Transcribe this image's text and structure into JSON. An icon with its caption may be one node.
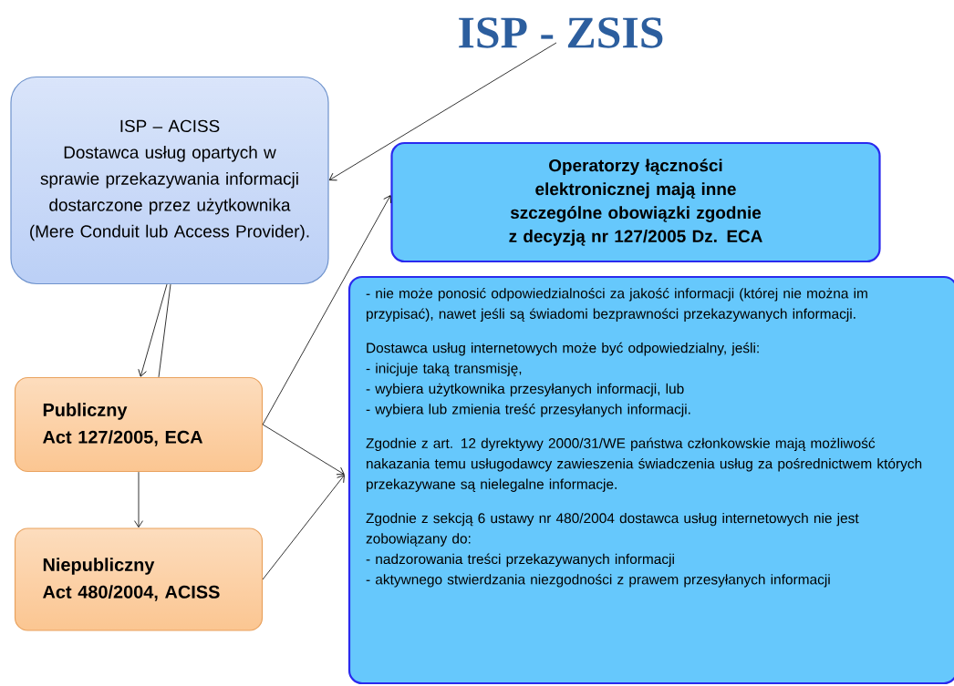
{
  "diagram": {
    "nodes": [
      {
        "text": [
          "ISP - ZSIS"
        ]
      },
      {
        "text": [
          "ISP – ACISS",
          "Dostawca usług opartych w sprawie przekazywania informacji dostarczone przez użytkownika (Mere Conduit lub Access Provider)."
        ]
      },
      {
        "text": [
          "Publiczny",
          "Act 127/2005, ECA"
        ]
      },
      {
        "text": [
          "Niepubliczny",
          "Act 480/2004, ACISS"
        ]
      },
      {
        "text": [
          "Operatorzy łączności elektronicznej mają inne szczególne obowiązki zgodnie z decyzją nr 127/2005 Dz. ECA"
        ]
      },
      {
        "text": [
          "- nie może ponosić odpowiedzialności za jakość informacji (której nie można im przypisać), nawet jeśli są świadomi bezprawności przekazywanych informacji.",
          "Dostawca usług internetowych może być odpowiedzialny, jeśli:",
          "- inicjuje taką transmisję,",
          "- wybiera użytkownika przesyłanych informacji, lub",
          "- wybiera lub zmienia treść przesyłanych informacji.",
          "Zgodnie z art. 12 dyrektywy 2000/31/WE państwa członkowskie mają możliwość nakazania temu usługodawcy zawieszenia świadczenia usług za pośrednictwem których przekazywane są nielegalne informacje.",
          "Zgodnie z sekcją 6 ustawy nr 480/2004 dostawca usług internetowych nie jest zobowiązany do:",
          "- nadzorowania treści przekazywanych informacji",
          "- aktywnego stwierdzania niezgodności z prawem przesyłanych informacji"
        ]
      }
    ],
    "edges": [
      {
        "from": 0,
        "to": 1,
        "arrow": "to"
      },
      {
        "from": 1,
        "to": 2,
        "arrow": "to"
      },
      {
        "from": 1,
        "to": 2,
        "arrow": "none"
      },
      {
        "from": 2,
        "to": 3,
        "arrow": "to"
      },
      {
        "from": 2,
        "to": 4,
        "arrow": "to"
      },
      {
        "from": 2,
        "to": 5,
        "arrow": "to"
      },
      {
        "from": 3,
        "to": 5,
        "arrow": "to"
      }
    ]
  }
}
